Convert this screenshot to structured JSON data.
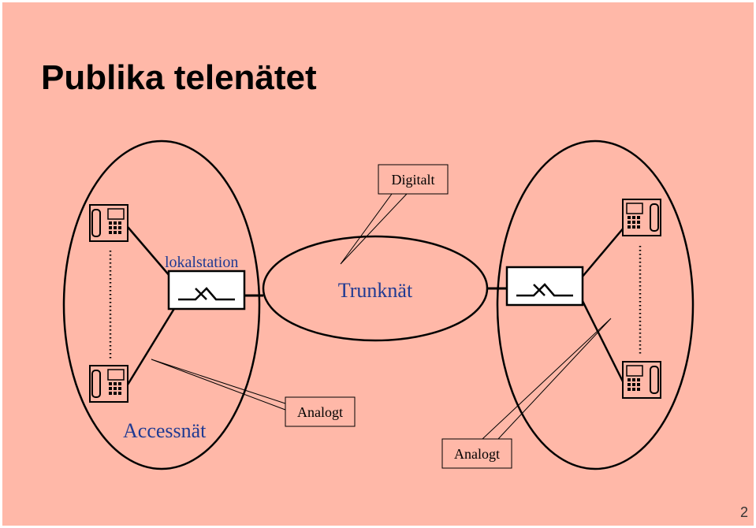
{
  "slide": {
    "title": "Publika telenätet",
    "page_number": "2",
    "background_color": "#ffb8a8",
    "label_color": "#1f3a93"
  },
  "diagram": {
    "labels": {
      "lokalstation": "lokalstation",
      "trunknat": "Trunknät",
      "accessnat": "Accessnät"
    },
    "callouts": {
      "digitalt": "Digitalt",
      "analogt_center": "Analogt",
      "analogt_right": "Analogt"
    },
    "icons": [
      "telephone-icon",
      "telephone-icon",
      "telephone-icon",
      "telephone-icon",
      "switch-icon",
      "switch-icon"
    ]
  }
}
